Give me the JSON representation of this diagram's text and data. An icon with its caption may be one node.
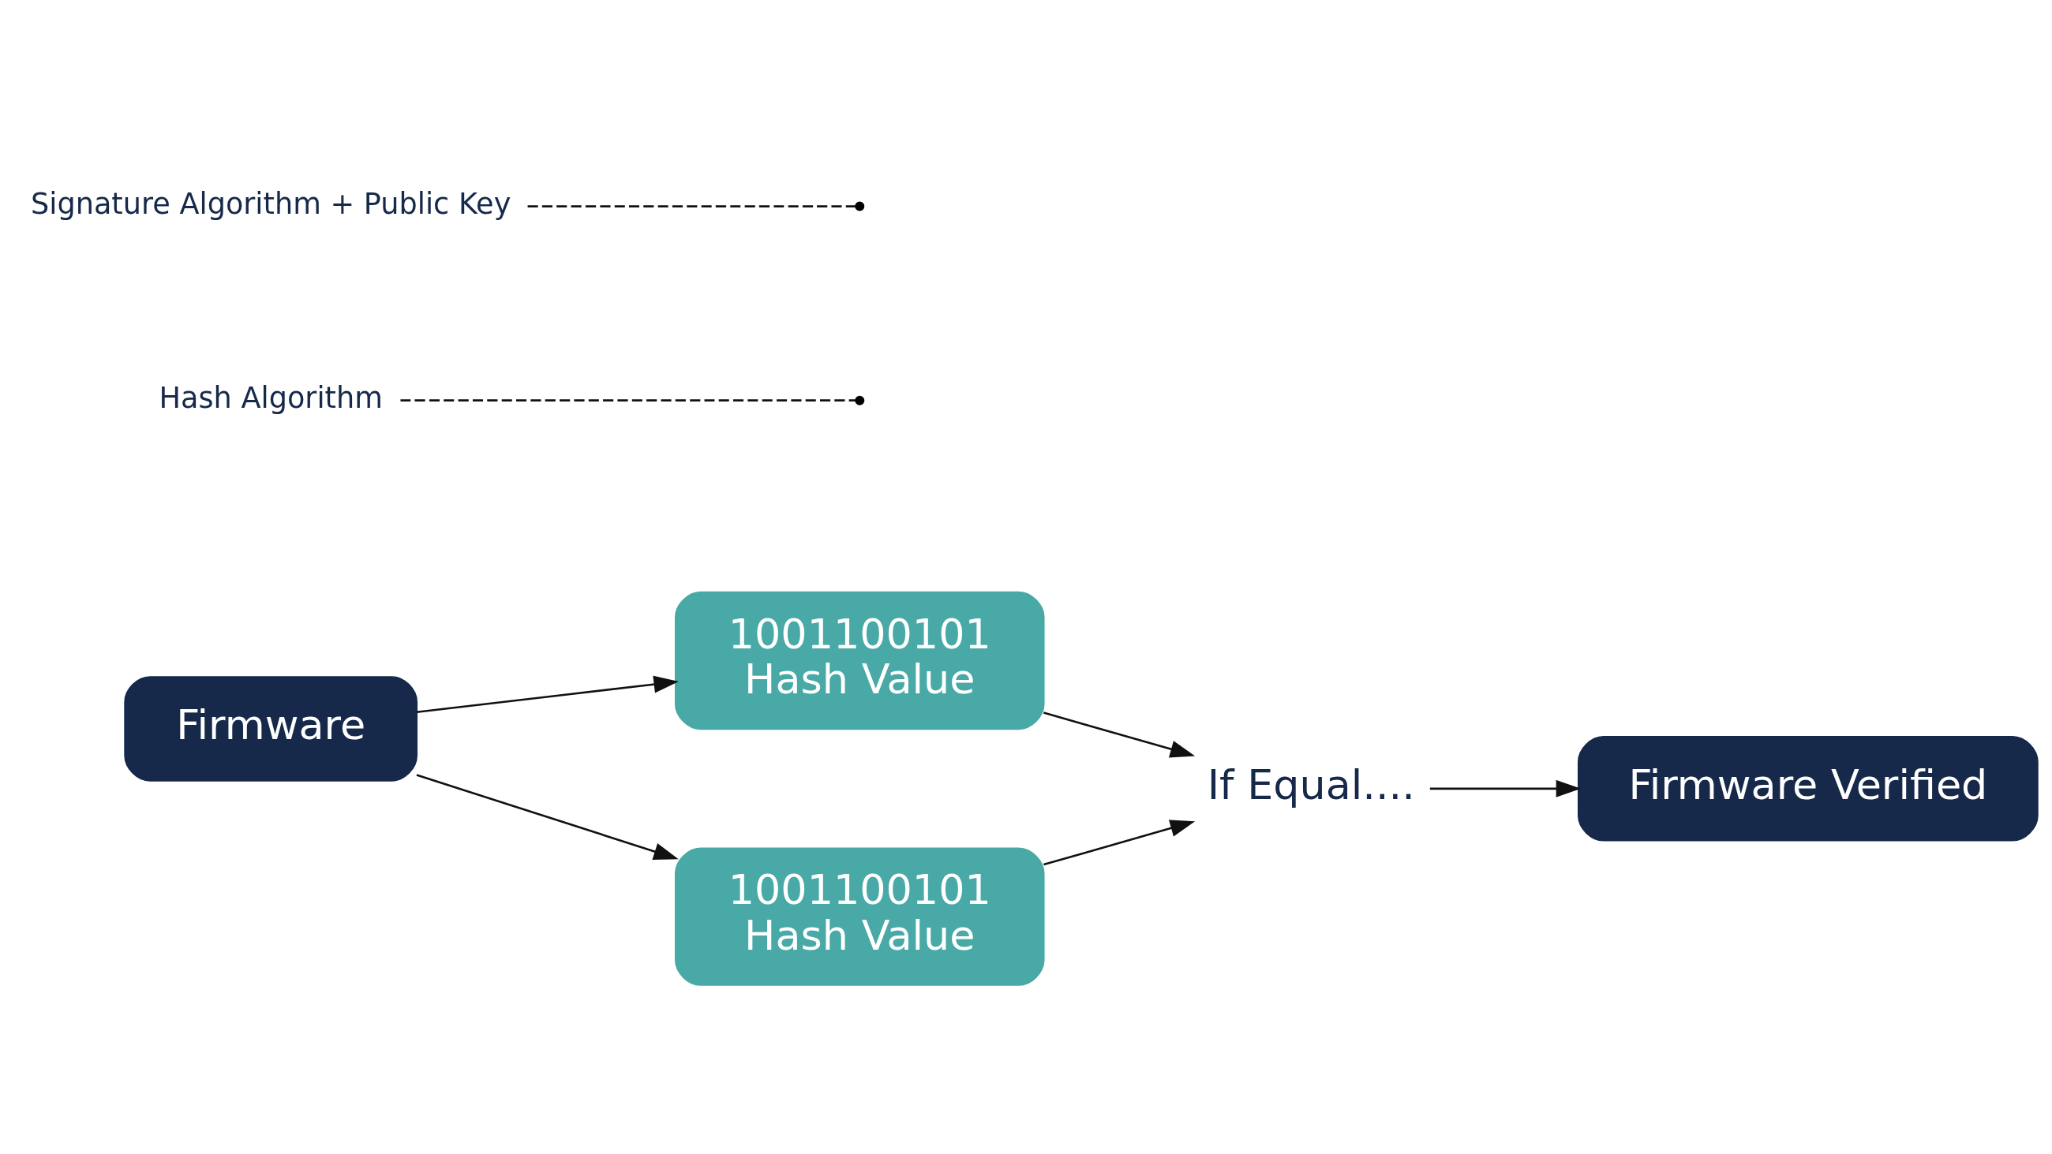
{
  "diagram": {
    "nodes": [
      {
        "text": [
          "Firmware"
        ]
      },
      {
        "text": [
          "1001100101",
          "Hash Value"
        ]
      },
      {
        "text": [
          "1001100101",
          "Hash Value"
        ]
      },
      {
        "text": [
          "If Equal...."
        ]
      },
      {
        "text": [
          "Firmware Verified"
        ]
      },
      {
        "text": [
          "Hash Algorithm"
        ]
      },
      {
        "text": [
          "Signature Algorithm + Public Key"
        ]
      }
    ],
    "edges": [
      {
        "from": 0,
        "to": 1,
        "arrow": "to"
      },
      {
        "from": 0,
        "to": 2,
        "arrow": "to"
      },
      {
        "from": 1,
        "to": 3,
        "arrow": "to"
      },
      {
        "from": 2,
        "to": 3,
        "arrow": "to"
      },
      {
        "from": 3,
        "to": 4,
        "arrow": "to"
      },
      {
        "from": 5,
        "to": null,
        "arrow": "none",
        "style": "dashed"
      },
      {
        "from": 6,
        "to": null,
        "arrow": "none",
        "style": "dashed"
      }
    ]
  }
}
